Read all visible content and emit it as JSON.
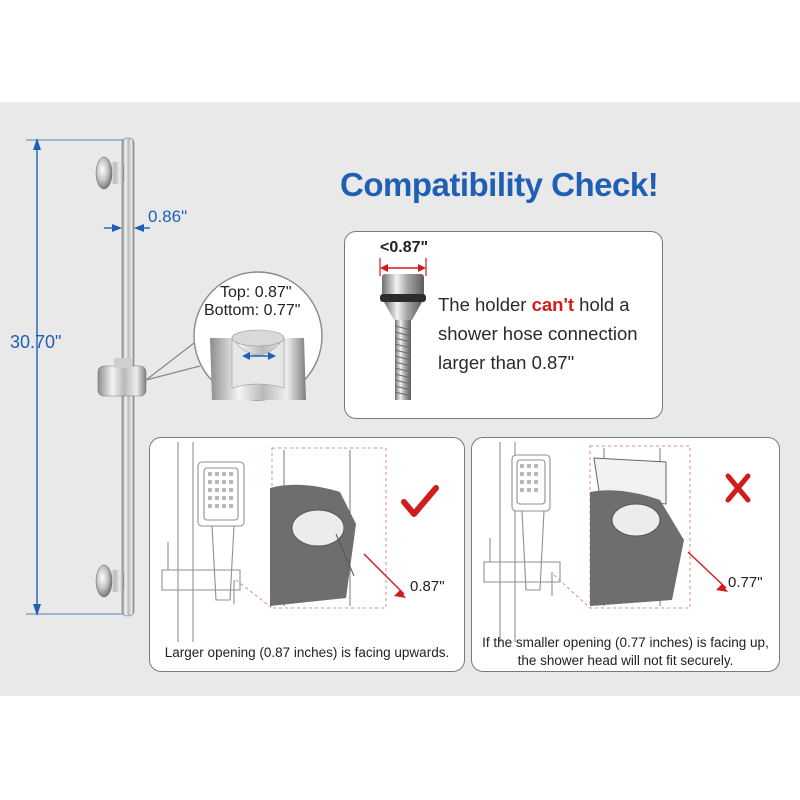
{
  "title": "Compatibility Check!",
  "dimensions": {
    "bar_length": "30.70\"",
    "bar_diameter": "0.86\"",
    "holder_top": "Top: 0.87\"",
    "holder_bottom": "Bottom: 0.77\""
  },
  "hose_panel": {
    "max_label": "<0.87\"",
    "line1_pre": "The holder ",
    "line1_emph": "can't",
    "line1_post": " hold a",
    "line2": "shower hose connection",
    "line3": "larger than 0.87\""
  },
  "correct_panel": {
    "mark": "✔",
    "opening_label": "0.87\"",
    "caption": "Larger opening (0.87 inches) is facing upwards."
  },
  "wrong_panel": {
    "mark": "✕",
    "opening_label": "0.77\"",
    "caption_line1": "If the smaller opening (0.77 inches) is facing up,",
    "caption_line2": "the shower head will not fit securely."
  },
  "colors": {
    "accent_blue": "#1f5fb4",
    "warning_red": "#d01c1c",
    "background_band": "#e9e9ea"
  }
}
